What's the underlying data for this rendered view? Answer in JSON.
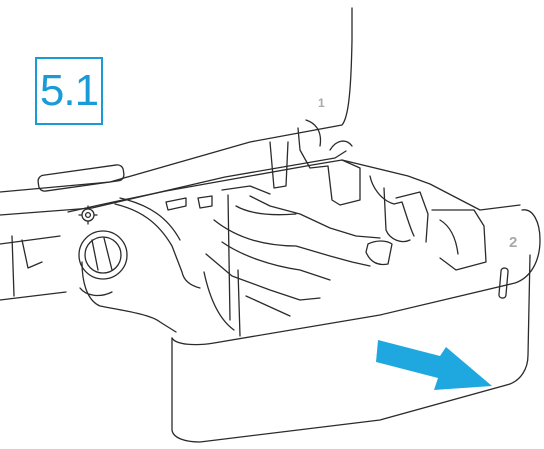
{
  "step_label": "5.1",
  "upper_tray_number": "1",
  "lower_tray_number": "2",
  "colors": {
    "outline": "#2b2b2b",
    "accent": "#1a9bd7",
    "arrow": "#1fa8e0",
    "tray_number": "#a9a9a9",
    "background": "#ffffff"
  },
  "icons": {
    "pull_arrow": "arrow-right-down-icon",
    "paper_guide_knob": "gear-icon"
  }
}
